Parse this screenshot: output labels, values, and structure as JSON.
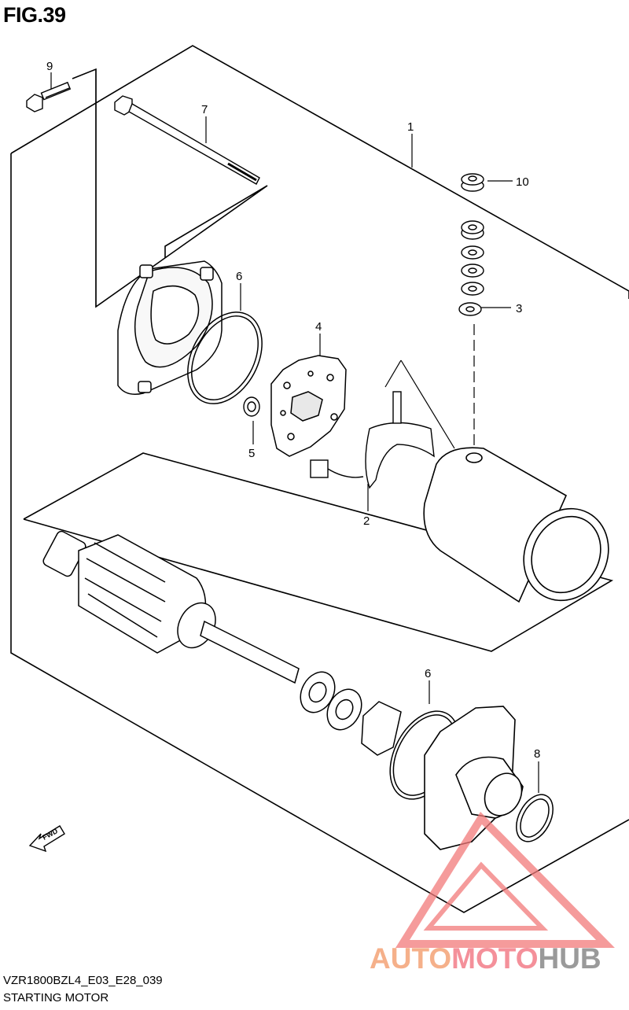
{
  "figure": {
    "title": "FIG.39",
    "model_code": "VZR1800BZL4_E03_E28_039",
    "caption": "STARTING MOTOR"
  },
  "callouts": [
    "1",
    "2",
    "3",
    "4",
    "5",
    "6",
    "6",
    "7",
    "8",
    "9",
    "10"
  ],
  "fwd_label": "FWD",
  "watermark": {
    "part1": "AUTO",
    "part2": "MOTO",
    "part3": "HUB",
    "colors": {
      "auto": "#f5b08a",
      "moto": "#f4909a",
      "hub": "#9a9a9a",
      "triangle": "#f27a7a"
    }
  },
  "line_color": "#000000"
}
